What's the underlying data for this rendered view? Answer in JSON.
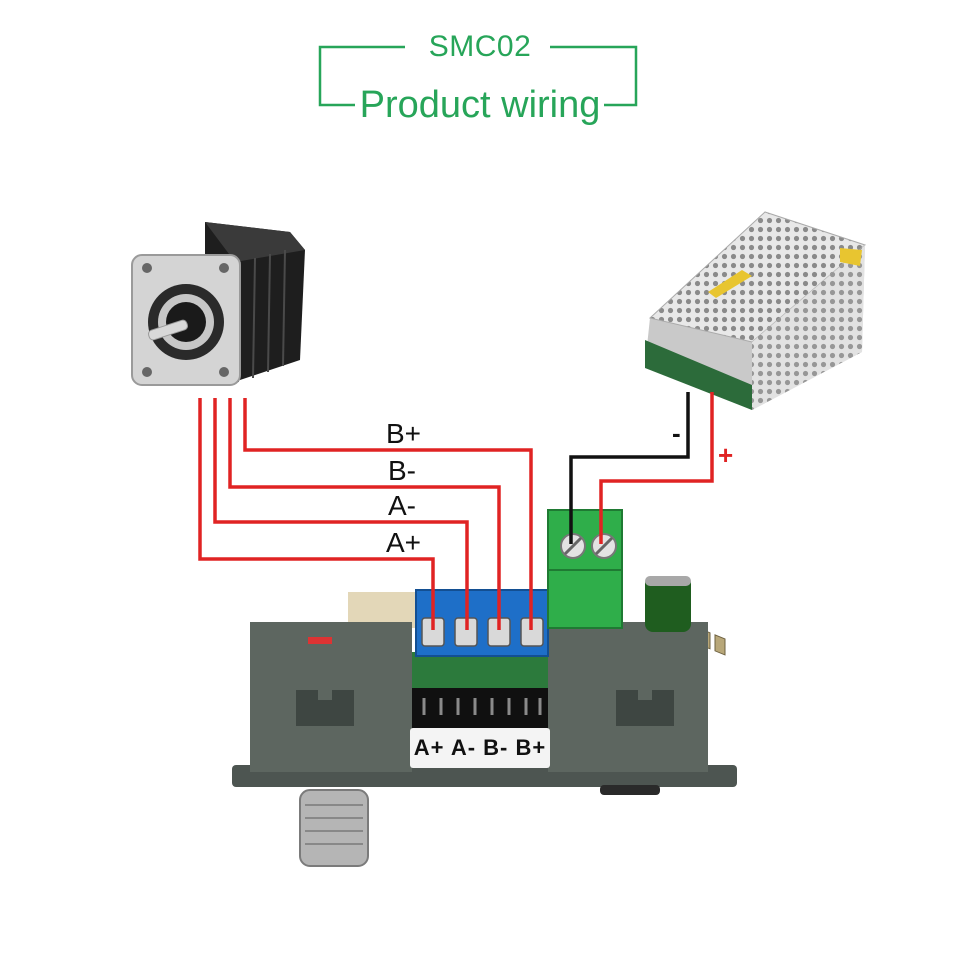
{
  "title": {
    "model": "SMC02",
    "subtitle": "Product wiring"
  },
  "motor_wires": [
    {
      "label": "B+"
    },
    {
      "label": "B-"
    },
    {
      "label": "A-"
    },
    {
      "label": "A+"
    }
  ],
  "power_supply": {
    "negative_label": "-",
    "positive_label": "+"
  },
  "controller": {
    "terminal_strip": "A+ A- B- B+"
  },
  "colors": {
    "title": "#27a559",
    "wire_red": "#e02323",
    "wire_black": "#111111",
    "terminal_blue": "#1e6fc8",
    "terminal_green": "#2fae4a",
    "controller_body": "#5d6660"
  }
}
